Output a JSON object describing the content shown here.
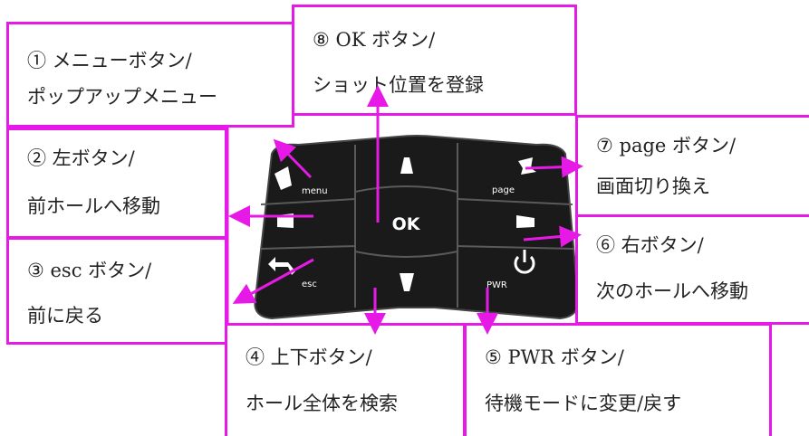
{
  "labels": {
    "ok": {
      "line1": "⑧ OK ボタン/",
      "line2": "ショット位置を登録"
    },
    "menu": {
      "line1": "① メニューボタン/",
      "line2": "ポップアップメニュー"
    },
    "left": {
      "line1": "② 左ボタン/",
      "line2": "前ホールへ移動"
    },
    "esc": {
      "line1": "③ esc ボタン/",
      "line2": "前に戻る"
    },
    "updown": {
      "line1": "④ 上下ボタン/",
      "line2": "ホール全体を検索"
    },
    "pwr": {
      "line1": "⑤ PWR ボタン/",
      "line2": "待機モードに変更/戻す"
    },
    "right": {
      "line1": "⑥ 右ボタン/",
      "line2": "次のホールへ移動"
    },
    "page": {
      "line1": "⑦ page ボタン/",
      "line2": "画面切り換え"
    }
  },
  "keypad": {
    "ok": "OK",
    "menu": "menu",
    "page": "page",
    "esc": "esc",
    "pwr": "PWR"
  },
  "colors": {
    "accent": "#e619e6",
    "keypad_body": "#1a1a1a",
    "key_text": "#ffffff"
  }
}
